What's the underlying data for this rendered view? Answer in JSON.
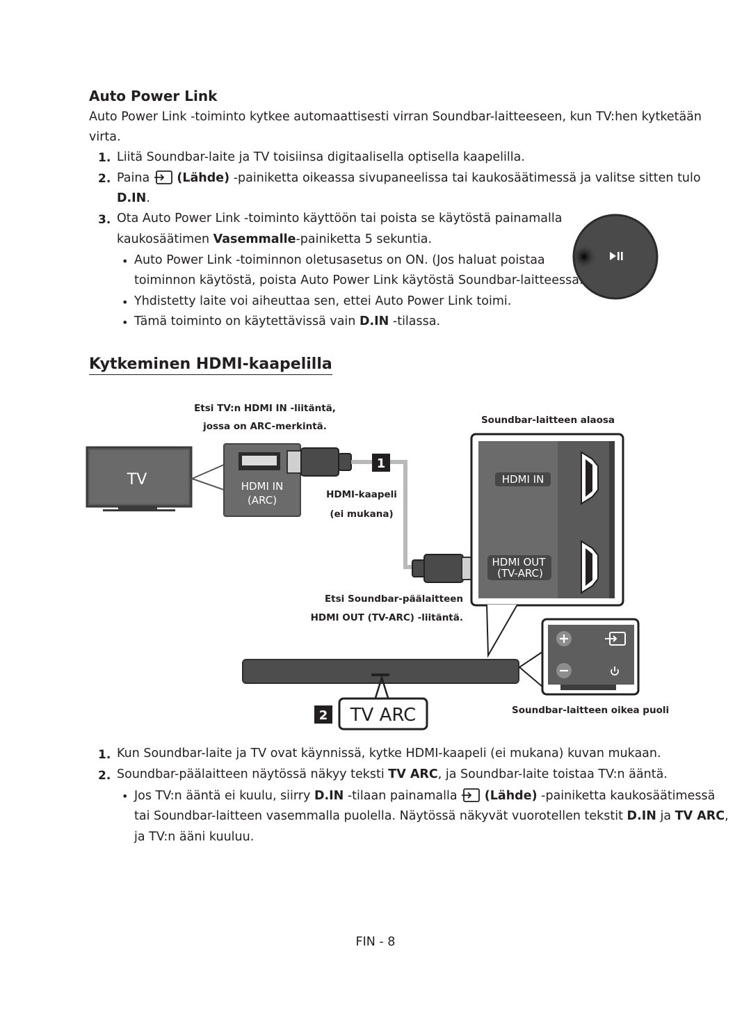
{
  "section1": {
    "title": "Auto Power Link",
    "intro_line1": "Auto Power Link -toiminto kytkee automaattisesti virran Soundbar-laitteeseen, kun TV:hen kytketään",
    "intro_line2": "virta.",
    "steps": [
      {
        "num": "1.",
        "text": "Liitä Soundbar-laite ja TV toisiinsa digitaalisella optisella kaapelilla."
      },
      {
        "num": "2.",
        "pre": "Paina",
        "bold": "(Lähde)",
        "post": "-painiketta oikeassa sivupaneelissa tai kaukosäätimessä ja valitse sitten tulo",
        "line2_bold": "D.IN",
        "line2_post": "."
      },
      {
        "num": "3.",
        "line1": "Ota Auto Power Link -toiminto käyttöön tai poista se käytöstä painamalla",
        "line2_pre": "kaukosäätimen",
        "line2_bold": "Vasemmalle",
        "line2_post": "-painiketta 5 sekuntia."
      }
    ],
    "bullets": [
      {
        "line1": "Auto Power Link -toiminnon oletusasetus on ON. (Jos haluat poistaa",
        "line2": "toiminnon käytöstä, poista Auto Power Link käytöstä Soundbar-laitteessa.)"
      },
      {
        "text": "Yhdistetty laite voi aiheuttaa sen, ettei Auto Power Link toimi."
      },
      {
        "pre": "Tämä toiminto on käytettävissä vain",
        "bold": "D.IN",
        "post": "-tilassa."
      }
    ],
    "remote_button_icon": "play-pause-icon"
  },
  "section2": {
    "title": "Kytkeminen HDMI-kaapelilla",
    "diagram": {
      "tv_label": "TV",
      "tv_callout_line1": "Etsi TV:n HDMI IN -liitäntä,",
      "tv_callout_line2": "jossa on ARC-merkintä.",
      "port_hdmi_in": "HDMI IN",
      "port_arc": "(ARC)",
      "cable_label_line1": "HDMI-kaapeli",
      "cable_label_line2": "(ei mukana)",
      "step1_marker": "1",
      "step2_marker": "2",
      "bottom_panel_title": "Soundbar-laitteen alaosa",
      "panel_hdmi_in": "HDMI IN",
      "panel_hdmi_out": "HDMI OUT",
      "panel_tv_arc": "(TV-ARC)",
      "soundbar_callout_line1": "Etsi Soundbar-päälaitteen",
      "soundbar_callout_line2": "HDMI OUT (TV-ARC) -liitäntä.",
      "display_text": "TV ARC",
      "right_side_label": "Soundbar-laitteen oikea puoli",
      "side_icons": [
        "plus-icon",
        "source-icon",
        "minus-icon",
        "power-icon"
      ]
    },
    "steps": [
      {
        "num": "1.",
        "text": "Kun Soundbar-laite ja TV ovat käynnissä, kytke HDMI-kaapeli (ei mukana) kuvan mukaan."
      },
      {
        "num": "2.",
        "pre": "Soundbar-päälaitteen näytössä näkyy teksti",
        "bold": "TV ARC",
        "post": ", ja Soundbar-laite toistaa TV:n ääntä."
      }
    ],
    "bullet": {
      "l1_pre": "Jos TV:n ääntä ei kuulu, siirry",
      "l1_bold1": "D.IN",
      "l1_mid": "-tilaan painamalla",
      "l1_bold2": "(Lähde)",
      "l1_post": "-painiketta kaukosäätimessä",
      "l2_pre": "tai Soundbar-laitteen vasemmalla puolella. Näytössä näkyvät vuorotellen tekstit",
      "l2_bold1": "D.IN",
      "l2_mid": "ja",
      "l2_bold2": "TV ARC",
      "l2_post": ",",
      "l3": "ja TV:n ääni kuuluu."
    }
  },
  "footer": {
    "page": "FIN - 8"
  }
}
